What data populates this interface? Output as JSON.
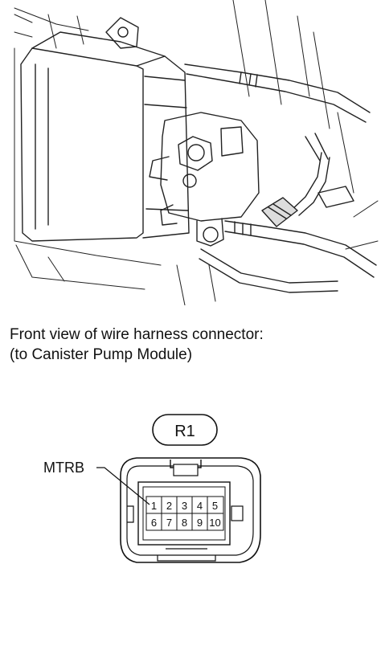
{
  "caption": {
    "line1": "Front view of wire harness connector:",
    "line2": "(to Canister Pump Module)"
  },
  "connector": {
    "code": "R1",
    "pin_label": "MTRB",
    "pins_top": [
      "1",
      "2",
      "3",
      "4",
      "5"
    ],
    "pins_bottom": [
      "6",
      "7",
      "8",
      "9",
      "10"
    ]
  }
}
